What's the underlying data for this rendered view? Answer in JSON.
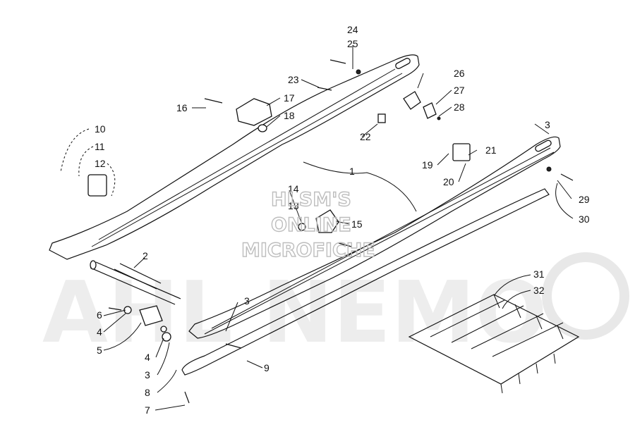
{
  "watermark": {
    "line1": "HLSM'S",
    "line2": "ONLINE",
    "line3": "MICROFICHE",
    "logo_text": "AHL NEMO"
  },
  "callouts": {
    "c1": "1",
    "c2": "2",
    "c3a": "3",
    "c3b": "3",
    "c3c": "3",
    "c4a": "4",
    "c4b": "4",
    "c5": "5",
    "c6": "6",
    "c7": "7",
    "c8": "8",
    "c9": "9",
    "c10": "10",
    "c11": "11",
    "c12": "12",
    "c13": "13",
    "c14": "14",
    "c15": "15",
    "c16": "16",
    "c17": "17",
    "c18": "18",
    "c19": "19",
    "c20": "20",
    "c21": "21",
    "c22": "22",
    "c23": "23",
    "c24": "24",
    "c25": "25",
    "c26": "26",
    "c27": "27",
    "c28": "28",
    "c29": "29",
    "c30": "30",
    "c31": "31",
    "c32": "32"
  }
}
